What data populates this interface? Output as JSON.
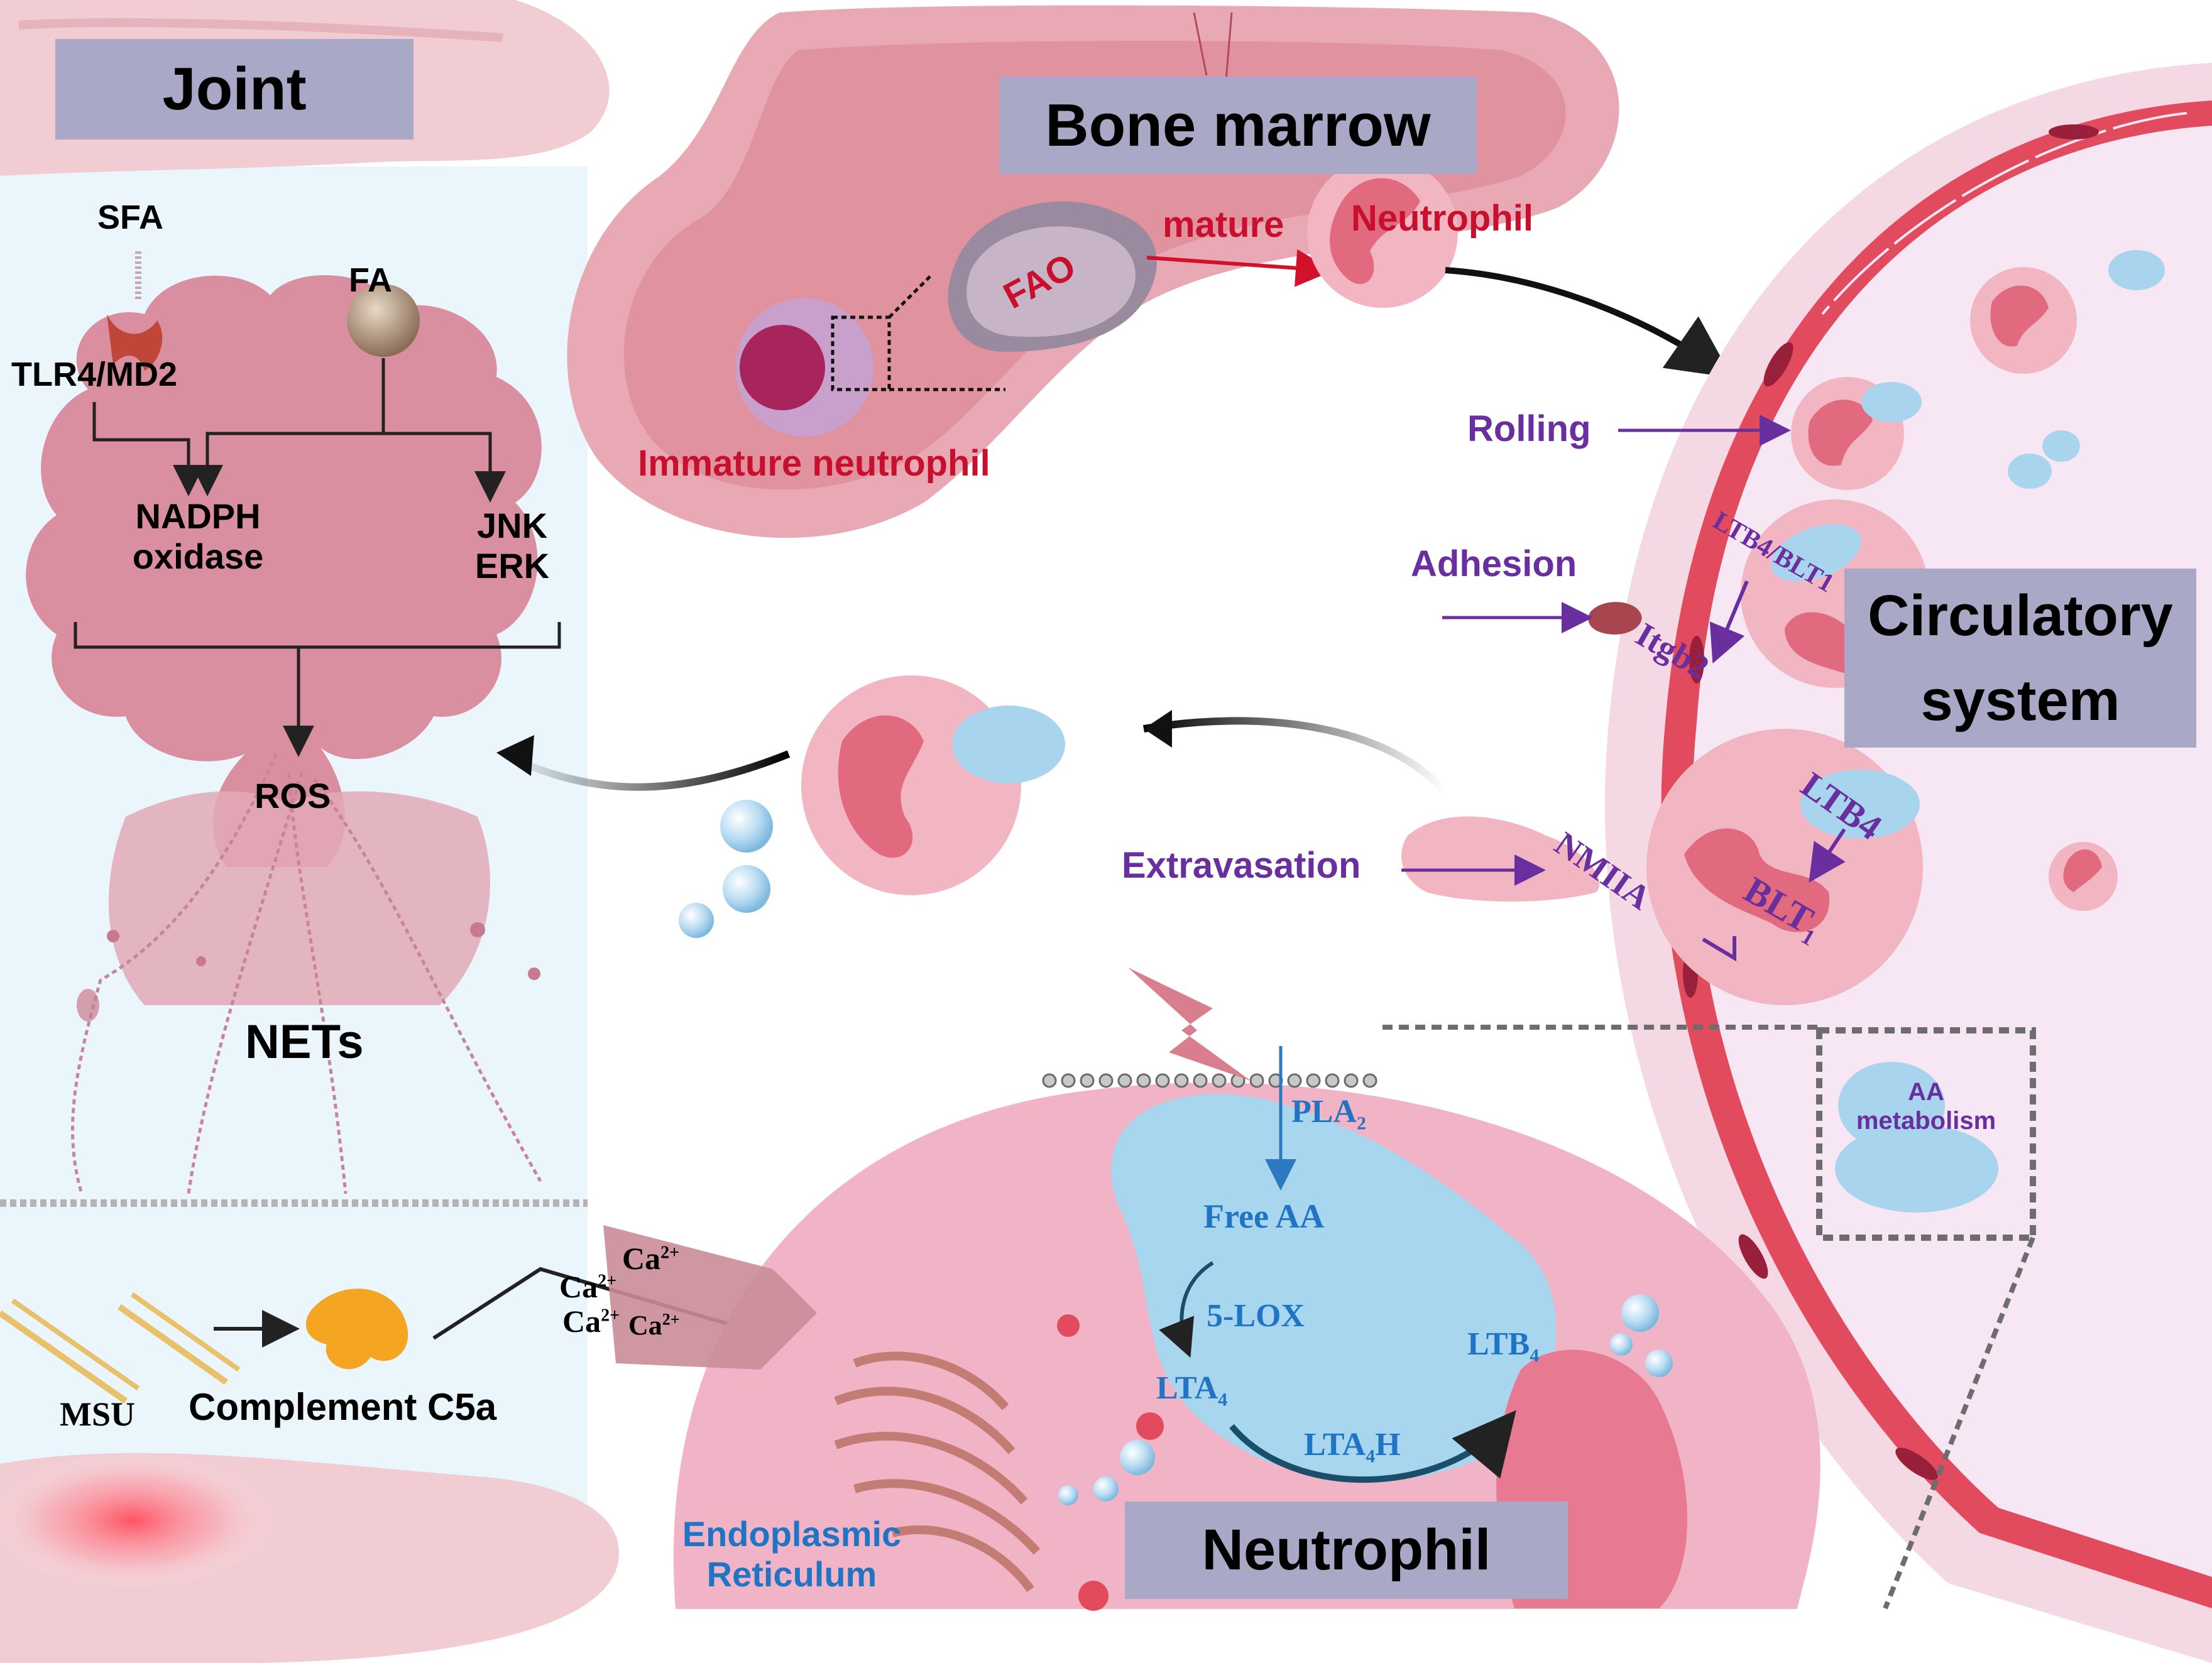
{
  "regions": {
    "joint": "Joint",
    "bone_marrow": "Bone marrow",
    "circulatory": "Circulatory system",
    "neutrophil": "Neutrophil"
  },
  "joint": {
    "sfa": "SFA",
    "fa": "FA",
    "tlr4": "TLR4/MD2",
    "nadph": "NADPH oxidase",
    "jnk_erk": "JNK ERK",
    "ros": "ROS",
    "nets": "NETs",
    "msu": "MSU",
    "c5a": "Complement C5a"
  },
  "bone_marrow": {
    "fao": "FAO",
    "mature": "mature",
    "neutrophil": "Neutrophil",
    "immature": "Immature neutrophil"
  },
  "circulation": {
    "rolling": "Rolling",
    "adhesion": "Adhesion",
    "extravasation": "Extravasation",
    "ltb4_blt1": "LTB4/BLT1",
    "itgb2": "Itgb2",
    "ltb4": "LTB4",
    "nmiia": "NMIIA",
    "blt1": "BLT",
    "blt1_sub": "1",
    "aa_metabolism": "AA metabolism"
  },
  "cell": {
    "pla2": "PLA",
    "pla2_sub": "2",
    "free_aa": "Free AA",
    "lox5": "5-LOX",
    "lta4": "LTA",
    "lta4_sub": "4",
    "lta4h_a": "LTA",
    "lta4h_sub": "4",
    "lta4h_b": "H",
    "ltb4": "LTB",
    "ltb4_sub": "4",
    "er": "Endoplasmic Reticulum",
    "ca": "Ca",
    "ca_sup": "2+"
  },
  "colors": {
    "title_box": "#a9a8c6",
    "red_text": "#c8102e",
    "purple_text": "#6a2f9e",
    "blue_text": "#1f74c4",
    "pink": "#eda5b8",
    "light_blue_panel": "#eaf5fc"
  }
}
